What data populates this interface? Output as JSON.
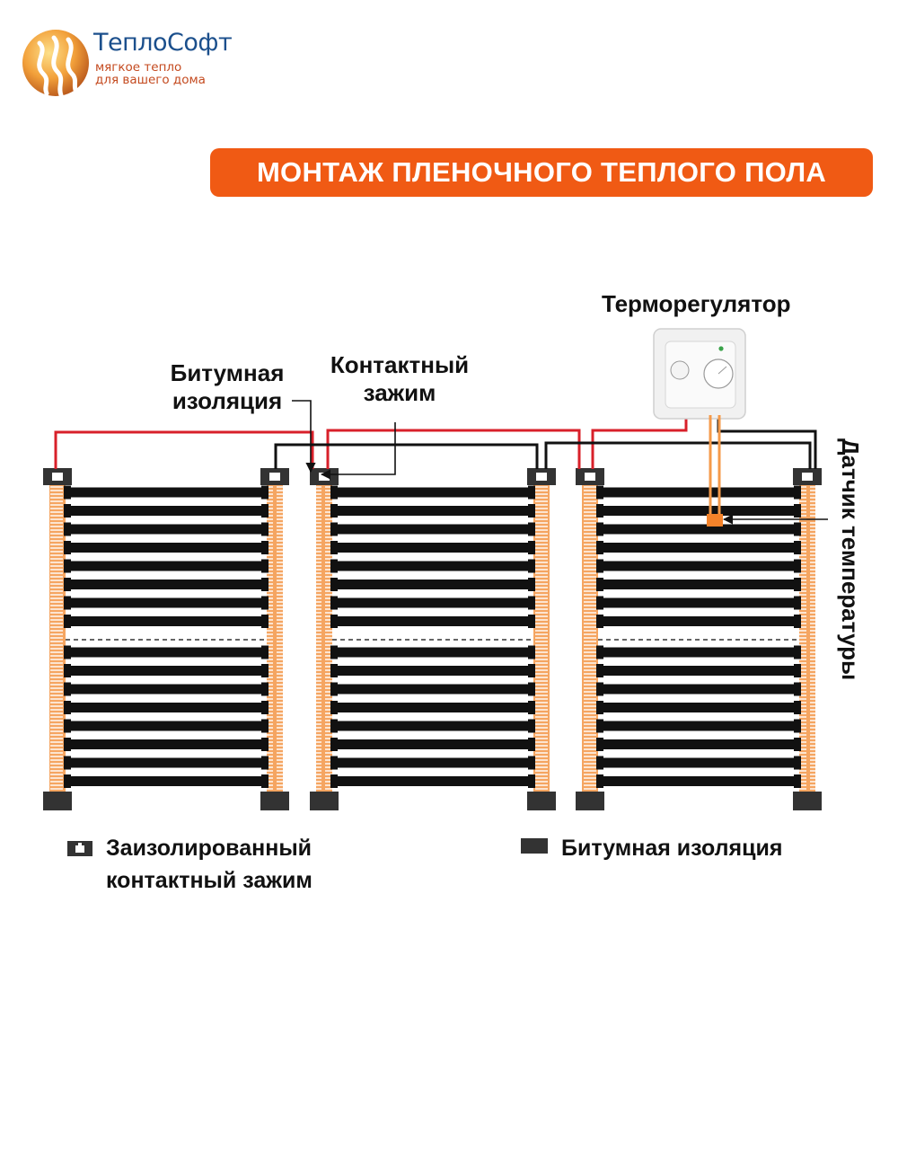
{
  "brand": {
    "name": "ТеплоСофт",
    "tagline_line1": "мягкое тепло",
    "tagline_line2": "для вашего дома"
  },
  "title": "МОНТАЖ ПЛЕНОЧНОГО ТЕПЛОГО ПОЛА",
  "labels": {
    "thermostat": "Терморегулятор",
    "bitumen_line1": "Битумная",
    "bitumen_line2": "изоляция",
    "clamp_line1": "Контактный",
    "clamp_line2": "зажим",
    "sensor": "Датчик температуры"
  },
  "legend": {
    "insulated_clamp_line1": "Заизолированный",
    "insulated_clamp_line2": "контактный зажим",
    "bitumen": "Битумная изоляция"
  },
  "colors": {
    "accent": "#f05a14",
    "wire_red": "#d8202a",
    "wire_black": "#111111",
    "film_strip": "#f5a561",
    "heating_bar": "#111111",
    "logo_blue": "#1b4f8c"
  }
}
